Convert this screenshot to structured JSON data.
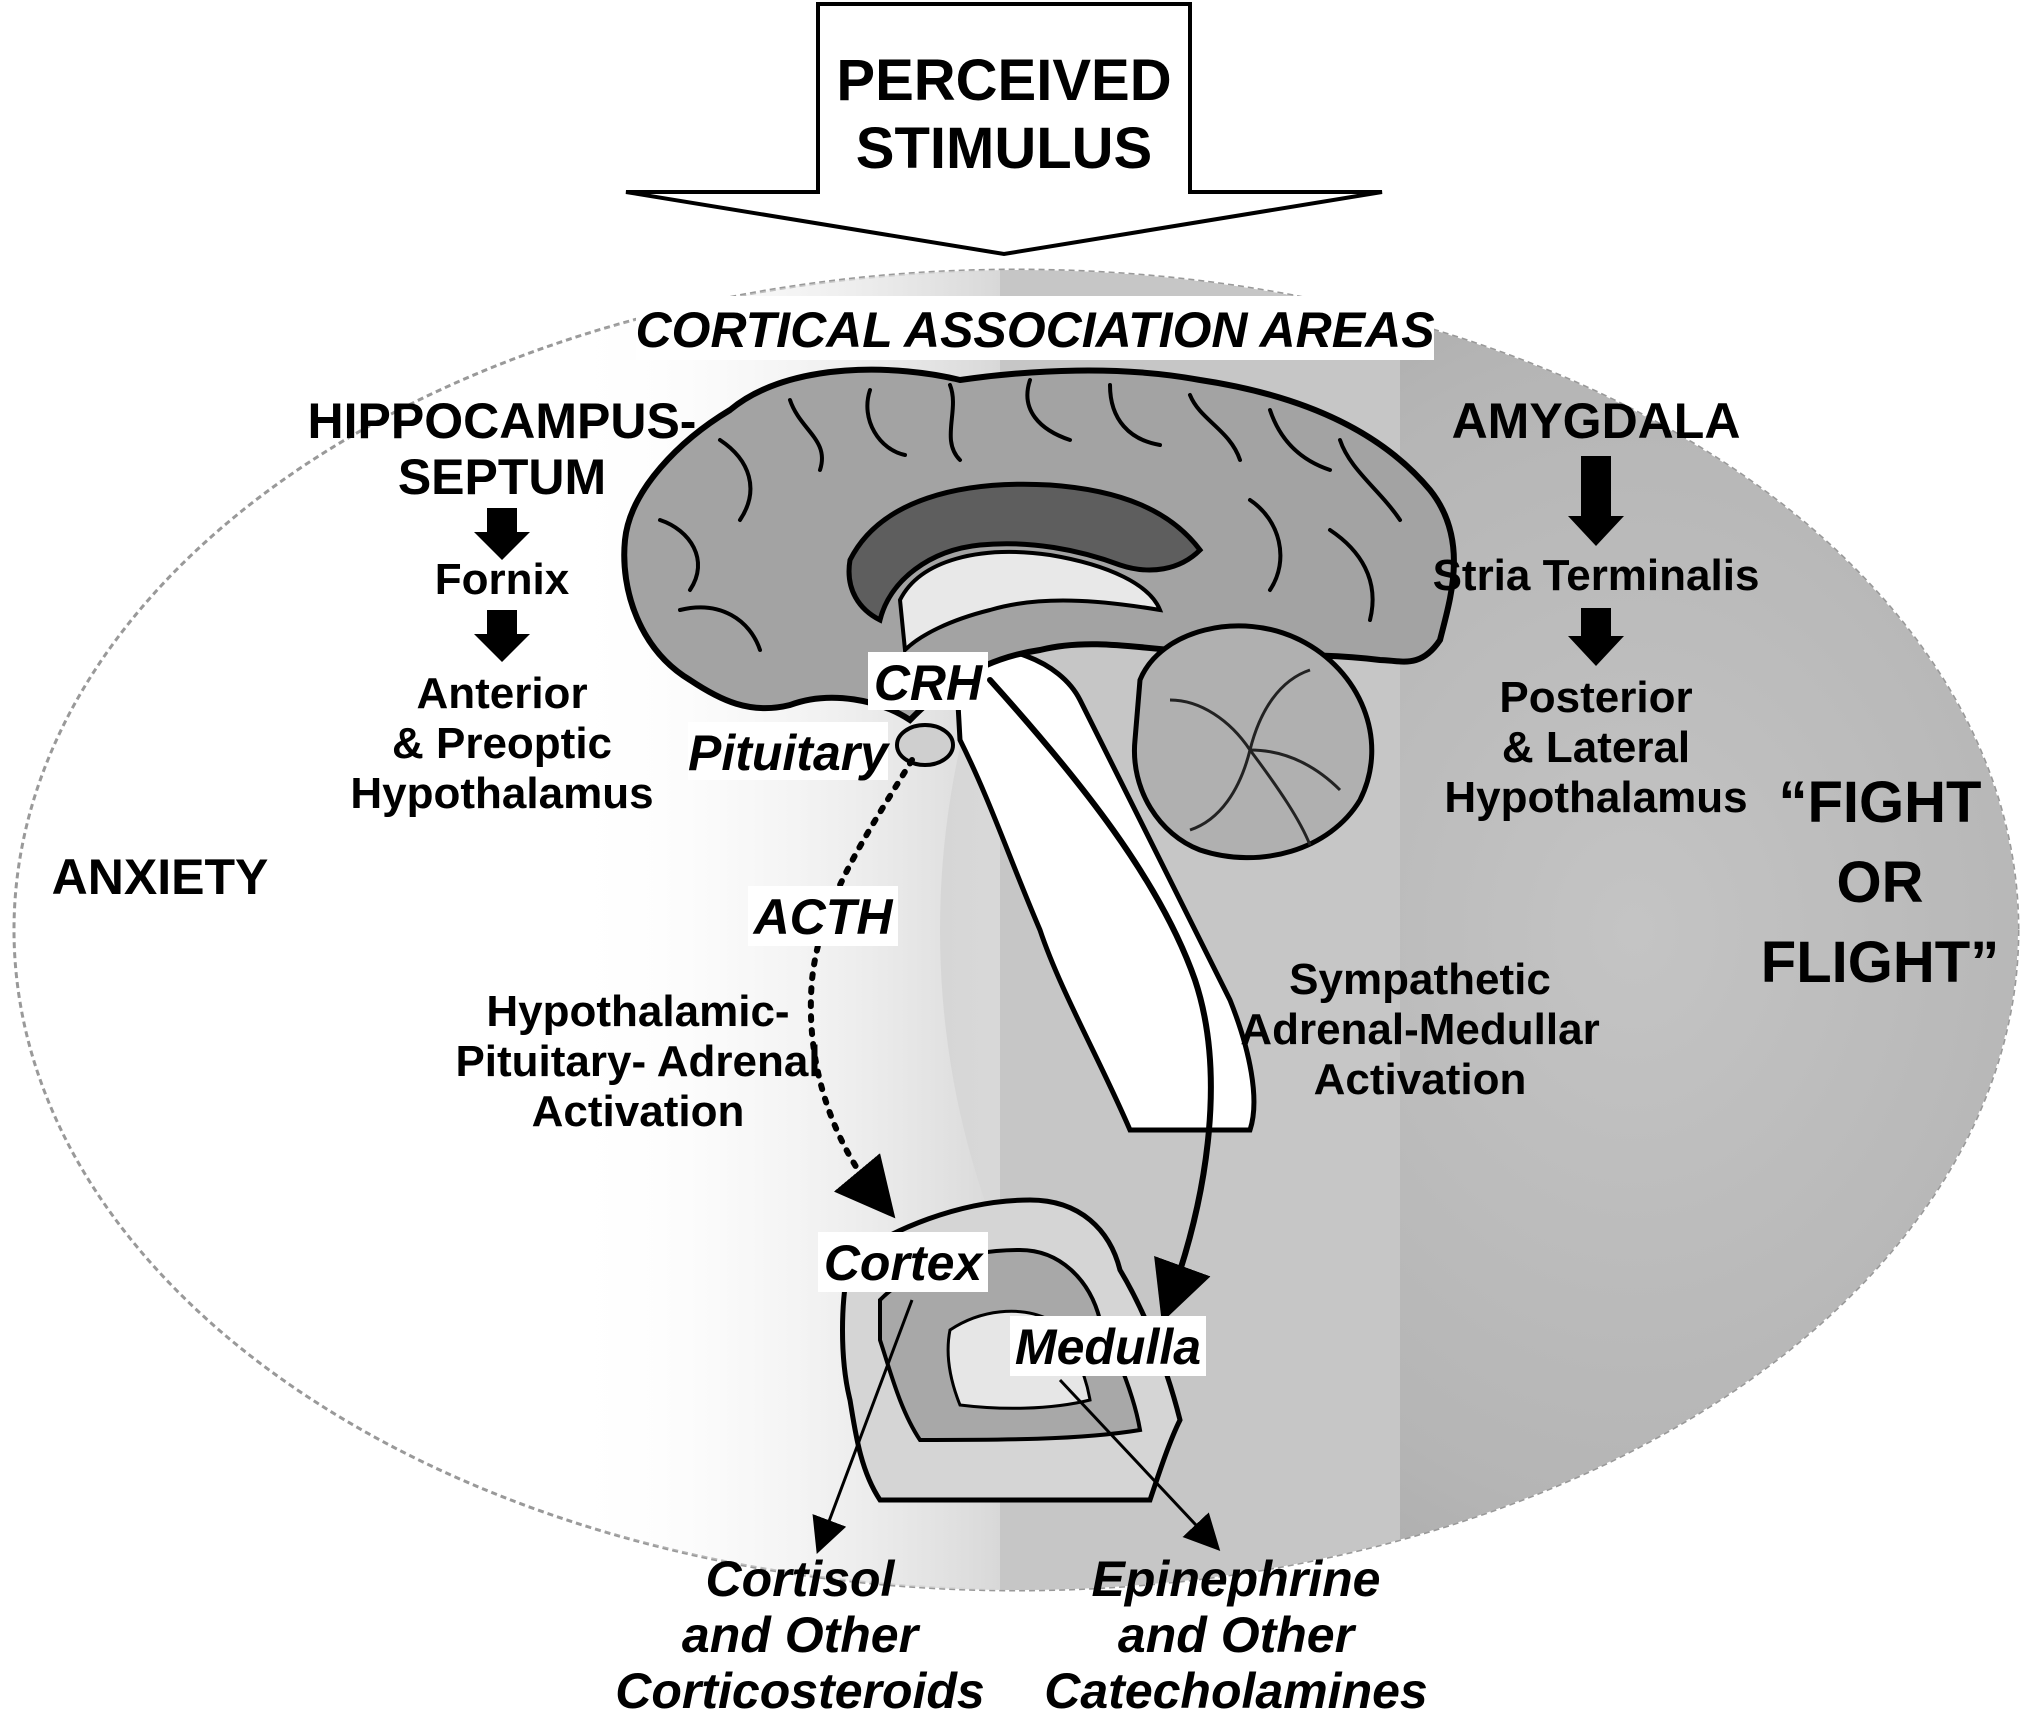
{
  "stimulus": {
    "line1": "PERCEIVED",
    "line2": "STIMULUS"
  },
  "cortical_areas": "CORTICAL ASSOCIATION AREAS",
  "left_pathway": {
    "title_line1": "HIPPOCAMPUS-",
    "title_line2": "SEPTUM",
    "step1": "Fornix",
    "step2_line1": "Anterior",
    "step2_line2": "& Preoptic",
    "step2_line3": "Hypothalamus"
  },
  "right_pathway": {
    "title": "AMYGDALA",
    "step1": "Stria Terminalis",
    "step2_line1": "Posterior",
    "step2_line2": "& Lateral",
    "step2_line3": "Hypothalamus"
  },
  "anxiety": "ANXIETY",
  "fight_or_flight": {
    "line1": "“FIGHT",
    "line2": "OR",
    "line3": "FLIGHT”"
  },
  "crh": "CRH",
  "pituitary": "Pituitary",
  "acth": "ACTH",
  "hpa": {
    "line1": "Hypothalamic-",
    "line2": "Pituitary- Adrenal",
    "line3": "Activation"
  },
  "sam": {
    "line1": "Sympathetic",
    "line2": "Adrenal-Medullar",
    "line3": "Activation"
  },
  "cortex": "Cortex",
  "medulla": "Medulla",
  "cortisol": {
    "line1": "Cortisol",
    "line2": "and Other",
    "line3": "Corticosteroids"
  },
  "epinephrine": {
    "line1": "Epinephrine",
    "line2": "and Other",
    "line3": "Catecholamines"
  }
}
